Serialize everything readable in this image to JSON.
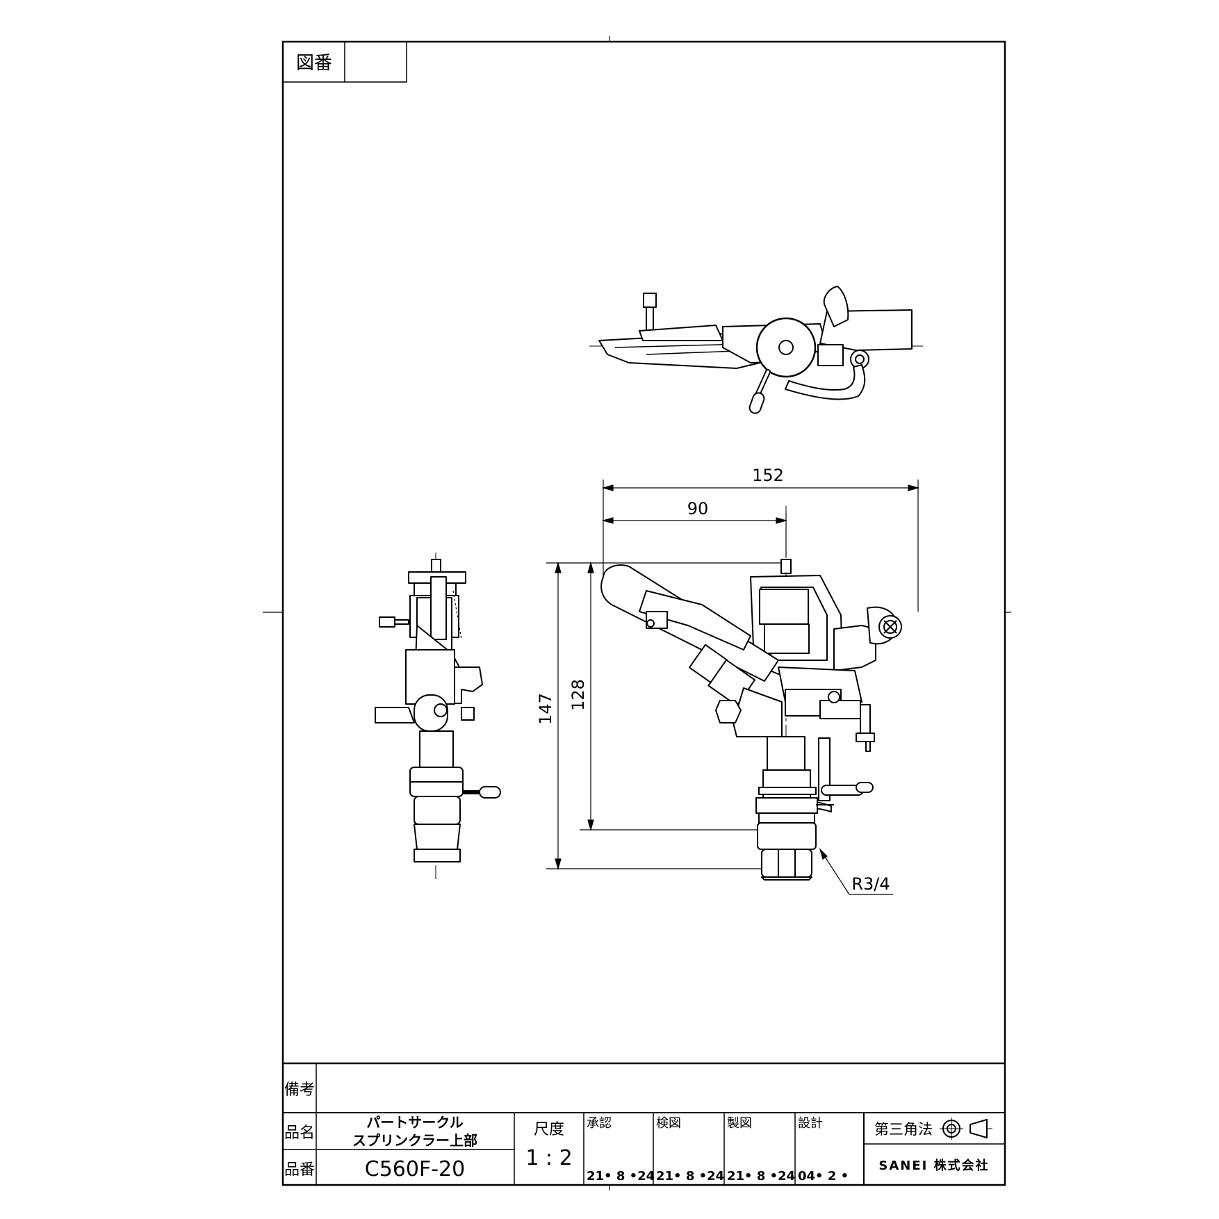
{
  "drawing_number": {
    "label": "図番",
    "value": ""
  },
  "remarks": {
    "label": "備考",
    "value": ""
  },
  "product_name": {
    "label": "品名",
    "line1": "パートサークル",
    "line2": "スプリンクラー上部"
  },
  "product_number": {
    "label": "品番",
    "value": "C560F-20"
  },
  "scale": {
    "label": "尺度",
    "value": "1 : 2"
  },
  "approvals": [
    {
      "label": "承認",
      "date": "21• 8 •24"
    },
    {
      "label": "検図",
      "date": "21• 8 •24"
    },
    {
      "label": "製図",
      "date": "21• 8 •24"
    },
    {
      "label": "設計",
      "date": "04• 2 •"
    }
  ],
  "projection": {
    "label": "第三角法"
  },
  "company": {
    "name": "SANEI 株式会社"
  },
  "dimensions": {
    "width_total": "152",
    "width_partial": "90",
    "height_total": "147",
    "height_partial": "128",
    "thread": "R3/4"
  }
}
